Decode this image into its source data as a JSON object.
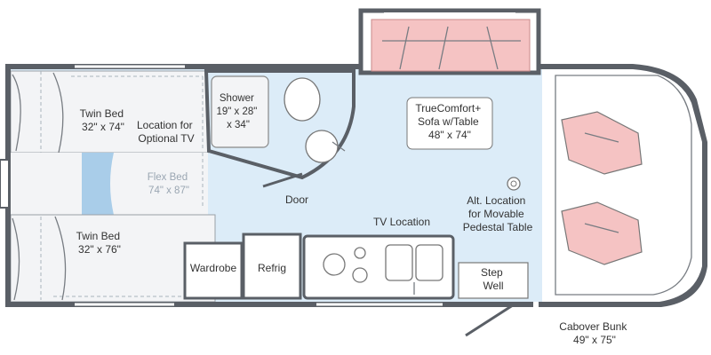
{
  "colors": {
    "floor": "#dcecf8",
    "bed": "#f3f4f6",
    "sofa": "#f5c3c3",
    "wall": "#5a5f66",
    "flex_bed": "#a9cde9"
  },
  "labels": {
    "twin_bed_top": [
      "Twin Bed",
      "32\" x 74\""
    ],
    "optional_tv": [
      "Location for",
      "Optional TV"
    ],
    "shower": [
      "Shower",
      "19\" x 28\"",
      "x 34\""
    ],
    "sofa": [
      "TrueComfort+",
      "Sofa w/Table",
      "48\" x 74\""
    ],
    "flex_bed": [
      "Flex Bed",
      "74\" x 87\""
    ],
    "door": "Door",
    "alt_table": [
      "Alt. Location",
      "for Movable",
      "Pedestal Table"
    ],
    "tv_location": "TV Location",
    "twin_bed_bottom": [
      "Twin Bed",
      "32\" x 76\""
    ],
    "wardrobe": "Wardrobe",
    "refrig": "Refrig",
    "step_well": [
      "Step",
      "Well"
    ],
    "cabover": [
      "Cabover Bunk",
      "49\" x 75\""
    ]
  }
}
